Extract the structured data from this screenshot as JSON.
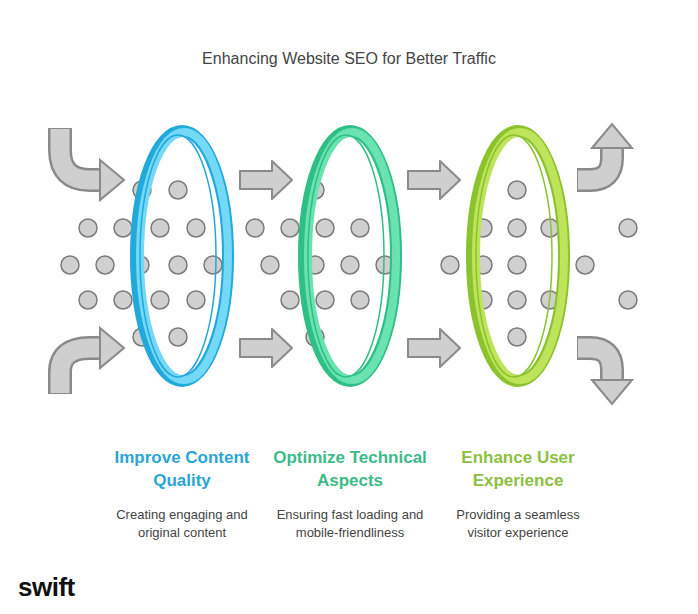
{
  "diagram": {
    "title": "Enhancing Website SEO for Better Traffic",
    "nodes": [
      {
        "text": [
          "Improve Content Quality",
          "Creating engaging and original content"
        ]
      },
      {
        "text": [
          "Optimize Technical Aspects",
          "Ensuring fast loading and mobile-friendliness"
        ]
      },
      {
        "text": [
          "Enhance User Experience",
          "Providing a seamless visitor experience"
        ]
      }
    ],
    "edges": [
      {
        "from": 0,
        "to": 1,
        "arrow": "to"
      },
      {
        "from": 0,
        "to": 1,
        "arrow": "to"
      },
      {
        "from": 1,
        "to": 2,
        "arrow": "to"
      },
      {
        "from": 1,
        "to": 2,
        "arrow": "to"
      }
    ],
    "labels": [
      "swift"
    ]
  }
}
